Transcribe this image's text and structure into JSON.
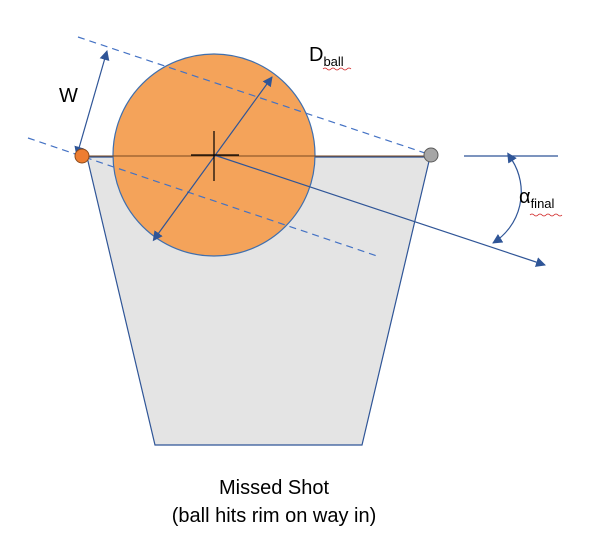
{
  "labels": {
    "width": "W",
    "ball_diameter_main": "D",
    "ball_diameter_sub": "ball",
    "angle_main": "α",
    "angle_sub": "final"
  },
  "caption": {
    "line1": "Missed Shot",
    "line2": "(ball hits rim on way in)"
  },
  "colors": {
    "ball_fill": "#f4a35a",
    "ball_stroke": "#3f6fae",
    "hoop_fill": "#e4e4e4",
    "hoop_stroke": "#2f5597",
    "line_blue": "#4472c4",
    "rim_front": "#ed7d31",
    "rim_back": "#a6a6a6",
    "squiggle": "#d02020"
  }
}
